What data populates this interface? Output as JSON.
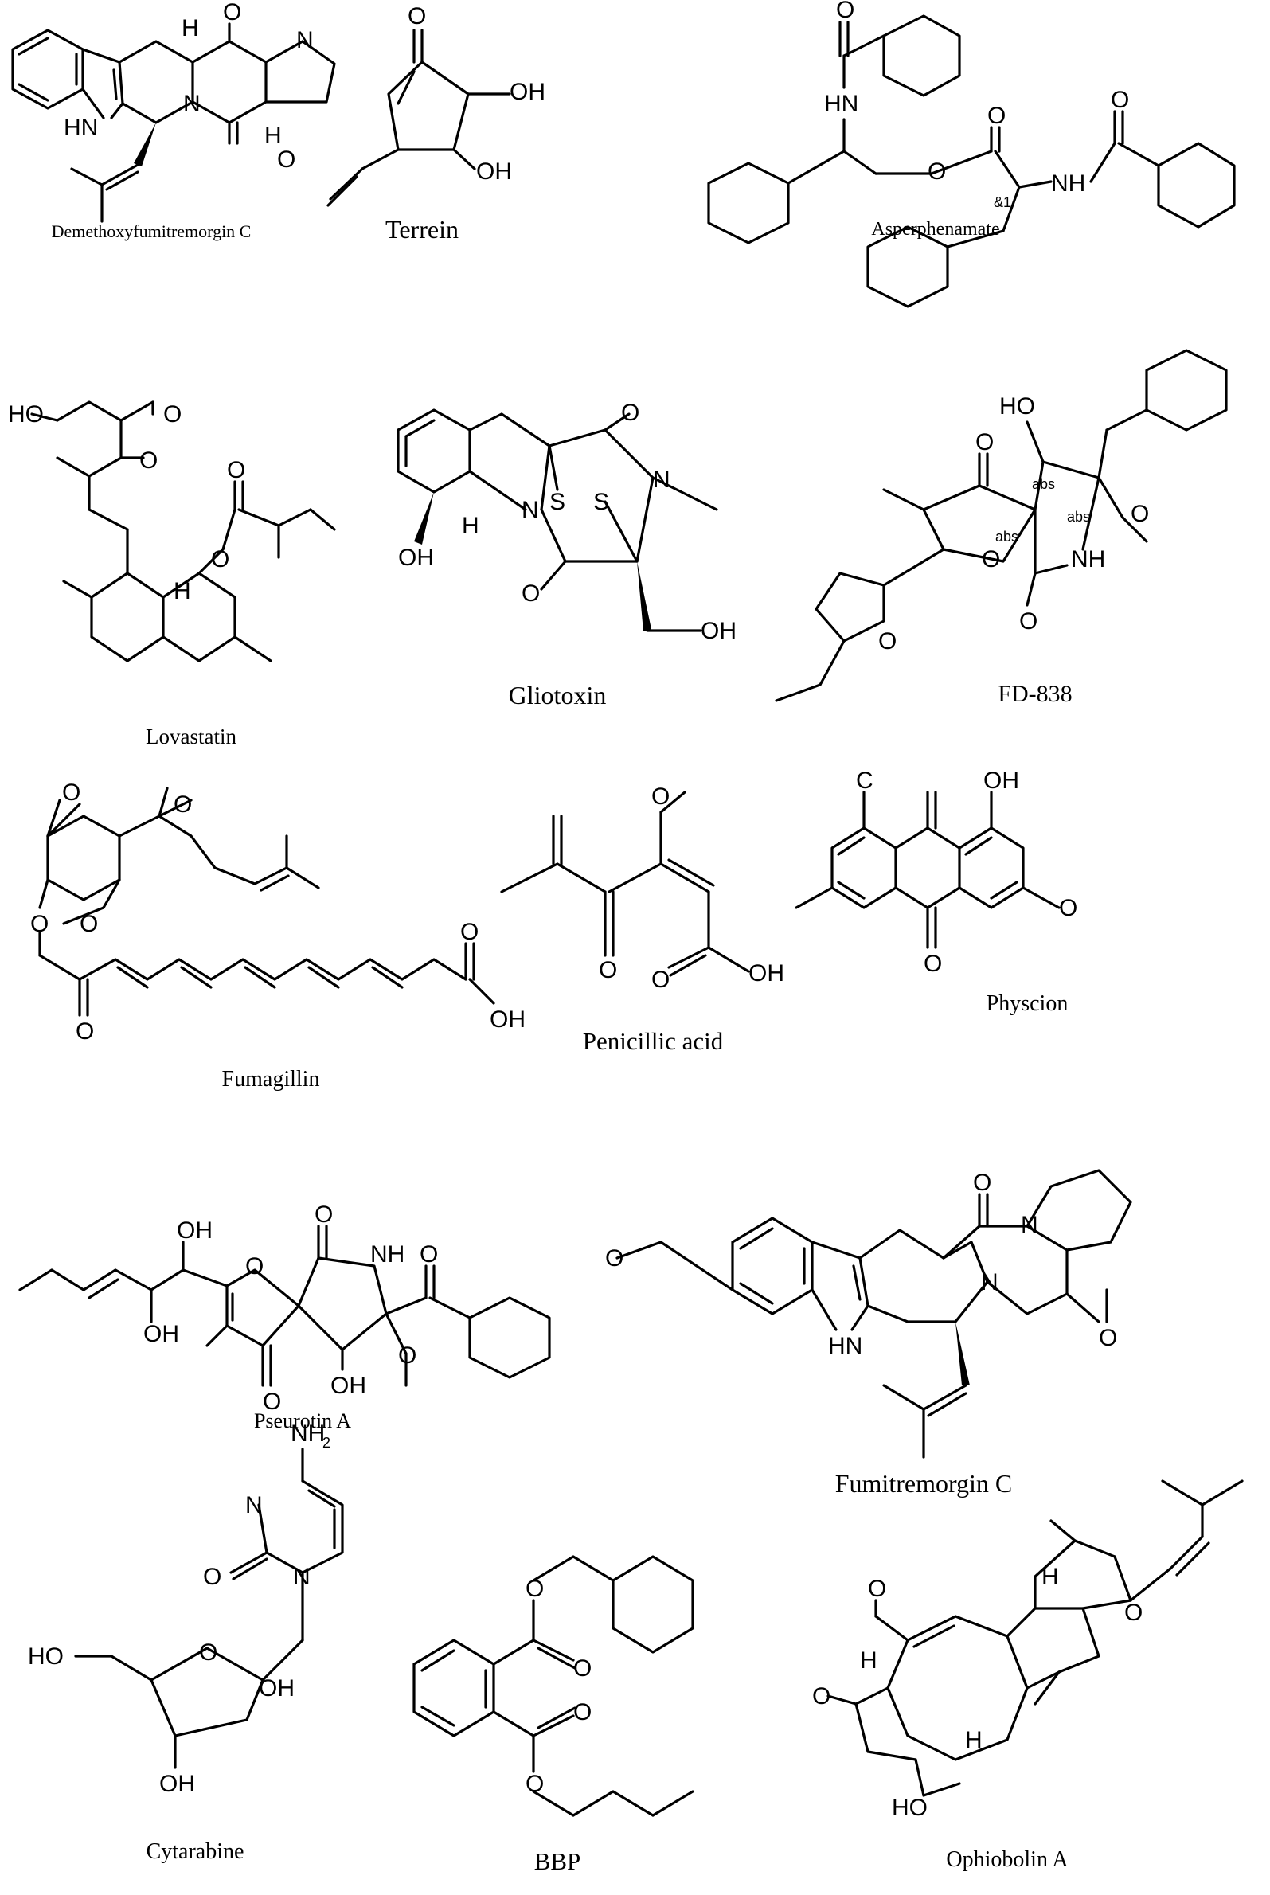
{
  "compounds": {
    "demethoxyfumitremorgin_c": "Demethoxyfumitremorgin C",
    "terrein": "Terrein",
    "asperphenamate": "Asperphenamate",
    "lovastatin": "Lovastatin",
    "gliotoxin": "Gliotoxin",
    "fd838": "FD-838",
    "fumagillin": "Fumagillin",
    "penicillic_acid": "Penicillic acid",
    "physcion": "Physcion",
    "pseurotin_a": "Pseurotin A",
    "fumitremorgin_c": "Fumitremorgin C",
    "cytarabine": "Cytarabine",
    "bbp": "BBP",
    "ophiobolin_a": "Ophiobolin A"
  },
  "atoms": {
    "O": "O",
    "OH": "OH",
    "HO": "HO",
    "H": "H",
    "N": "N",
    "HN": "HN",
    "NH": "NH",
    "S": "S",
    "C": "C",
    "NH2": "NH",
    "sub2": "2",
    "abs": "abs",
    "and1": "&1"
  }
}
